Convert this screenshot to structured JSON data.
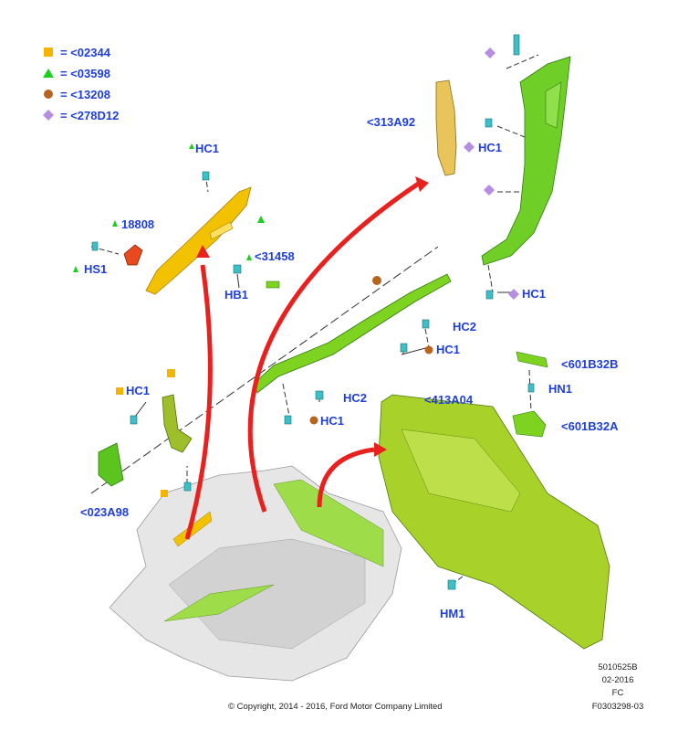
{
  "legend": [
    {
      "shape": "square",
      "color": "#f5b400",
      "text": "= <02344"
    },
    {
      "shape": "triangle",
      "color": "#1fcf1f",
      "text": "= <03598"
    },
    {
      "shape": "circle",
      "color": "#b5651d",
      "text": "= <13208"
    },
    {
      "shape": "diamond",
      "color": "#b58de3",
      "text": "= <278D12"
    }
  ],
  "callouts": {
    "hc1_a": "HC1",
    "l18808": "18808",
    "hs1": "HS1",
    "l31458": "<31458",
    "hb1": "HB1",
    "l313a92": "<313A92",
    "hc1_b": "HC1",
    "hc1_c": "HC1",
    "hc2_a": "HC2",
    "hc1_d": "HC1",
    "hc1_e": "HC1",
    "hc2_b": "HC2",
    "hc1_f": "HC1",
    "l023a98": "<023A98",
    "l601b32b": "<601B32B",
    "hn1": "HN1",
    "l413a04": "<413A04",
    "l601b32a": "<601B32A",
    "hm1": "HM1"
  },
  "footer": {
    "copyright": "© Copyright, 2014 - 2016, Ford Motor Company Limited",
    "code1": "5010525B",
    "date": "02-2016",
    "fc": "FC",
    "code2": "F0303298-03"
  },
  "colors": {
    "label": "#1f3fd6",
    "green_part": "#7ed321",
    "yellow_part": "#f2c200",
    "olive_part": "#9fbf2a"
  }
}
